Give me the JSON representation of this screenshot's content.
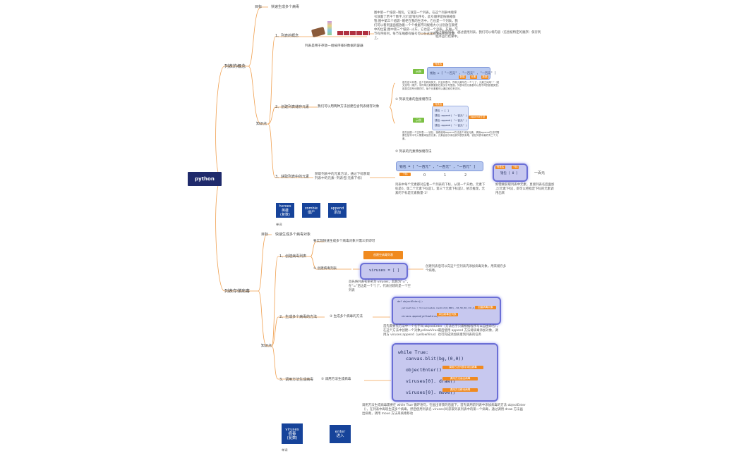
{
  "root": "python",
  "branch1": {
    "title": "列表的概念",
    "goal_label": "目标",
    "goal_text": "快速生成多个病毒",
    "knowledge_label": "知识点",
    "item1": {
      "label": "1、列表的概念",
      "image_caption": "列表是用于存放一组按序排好数据的容器",
      "desc": "图中第一个纸袋--钱包，它就是一个列表。在这个列表中顺序号放置了若干个数字,它们是钱包序号、此号顺序是按纸箱保管;图中第三个纸袋--碗柜在我的生活中，它也是一个列表。我们可以看到里面摆放着一个个根据不同规格大小分别放在碗柜中的位置;图中第三个纸袋--火车，它也是一个列表。车厢一节节有序排列，每节车厢都有编号可以在这里看到它们的位置上。",
      "note": "把上面的列表，通过使用列表，我们可以将内容（信息按特定的顺序）保存到程序运行结果中。"
    },
    "item2": {
      "label": "2、创建列表储存元素",
      "subtitle": "我们可以用两种方法创建包含列表储存对象",
      "method1": "① 列表元素的直接储存法",
      "method2": "② 列表的元素添加储存法",
      "code1": "钱包 = [ \"一百元\" , \"一百元\" , \"一百元\" ]",
      "code1_tag": "列表名",
      "tag_data": "数据",
      "tag_elem": "元素",
      "example_tag": "示例",
      "note1": "首先定义列表。这个名称用英文，并且列表中，所有元素写在一个“[ ]”，元素之间用“,”（英文逗号）隔开，字符串元素需要放在英文引号里面，列表中的元素都可以是不同的数据类型，用英文逗号分隔它们，每个元素都可以通过索引来访问。",
      "code2_lines": [
        "钱包 = [ ]",
        "钱包.append( \"一百元\" )",
        "钱包.append( \"一百元\" )",
        "钱包.append( \"一百元\" )"
      ],
      "code2_tag": "append方法",
      "note2": "首先创建一个空列表——钱包，接着使用append方法逐个添加元素。调用append方法时需要在括号中写入需要添加的元素，元素会依次添加到列表的末尾，钱包列表中最终有三个元素。"
    },
    "item3": {
      "label": "3、获取列表中的元素",
      "subtitle": "获取列表中的元素方法，通过下标获取列表中的元素--列表名[元素下标]",
      "code": "钱包 = [ \"一百元\" , \"一百元\" , \"一百元\" ]",
      "indexes": [
        "0",
        "1",
        "2"
      ],
      "index_tag": "下标",
      "desc": "列表中每个元素都对应着一个列表的下标，从第一个开始，元素下标是0，第二个元素下标是1，第三个元素下标是2，依次推理，元素的下标是元素数量-1！",
      "get_code": "钱包 [ 0 ]",
      "get_tag1": "列表名",
      "get_tag2": "下标",
      "get_result": "一百元",
      "get_note": "如需要获取列表中元素，直接列表名后面加上[元素下标]，即可以把指定下标的元素调用出来"
    },
    "cards": [
      "heroes\n英雄\n(复数)",
      "zombie\n僵尸",
      "append\n添加"
    ],
    "cards_label": "单词"
  },
  "branch2": {
    "title": "列表存储病毒",
    "goal_label": "目标",
    "goal_text": "快速生成多个病毒对象",
    "knowledge_label": "知识点",
    "item1": {
      "label": "1、创建病毒列表",
      "intro": "要实现快速生成多个病毒对象只需三步即可",
      "step": "① 创建病毒列表",
      "code": "viruses = [ ]",
      "code_tag": "创建空病毒列表",
      "desc": "首先将列表名命名为 viruses，其后为“=”，在“=”后边是一个“[ ]”，代表创建的是一个空列表",
      "note": "创建列表后可以向这个空列表内添加病毒对象，用来储存多个病毒。"
    },
    "item2": {
      "label": "2、生成多个病毒的方法",
      "step": "② 生成多个病毒的方法",
      "code_lines": [
        "def  objectEnter():",
        "yellowVirus = Virus(random.randint(0,800),-50,50,50,r=h,4,3)",
        "viruses.append(yellowVirus)"
      ],
      "tag1": "创建病毒对象",
      "tag2": "添加病毒至列表",
      "desc": "首先需要先方法中一个名字叫 objectEnter（方法名字只需根据程序写以自由命名），在这个方法中创建一个对象yellowVirus最后使用 append 方法将病毒添加对象，调用方 viruses.append（yellowVirus）也可完成添加病毒到列表的任务"
    },
    "item3": {
      "label": "3、调用方法生成病毒",
      "step": "③ 调用方法生成病毒",
      "code_lines": [
        "while  True:",
        "canvas.blit(bg,(0,0))",
        "objectEnter()",
        "viruses[0]. draw()",
        "viruses[0]. move()"
      ],
      "tags": [
        "调用方法列表中添加病毒",
        "调用方法画出病毒",
        "调用方法移动病毒"
      ],
      "desc": "调用方法生成病毒需要在 while True 循环语句，在画出背景的后面下，首先调用前列表中添加病毒的方法 objectEnter（），在列表中再现生成多个病毒，然后使用列表名 viruses[0]获取列表列表中的第一个病毒，通过调用 draw 方法画出病毒，调用 move 方法来病毒移动"
    },
    "cards": [
      "viruses\n病毒\n(复数)",
      "enter\n进入"
    ],
    "cards_label": "单词"
  },
  "colors": {
    "root": "#1f2a6b",
    "line": "#f0a050",
    "card": "#16439a",
    "orange": "#f08a1f",
    "green": "#7bc043"
  }
}
